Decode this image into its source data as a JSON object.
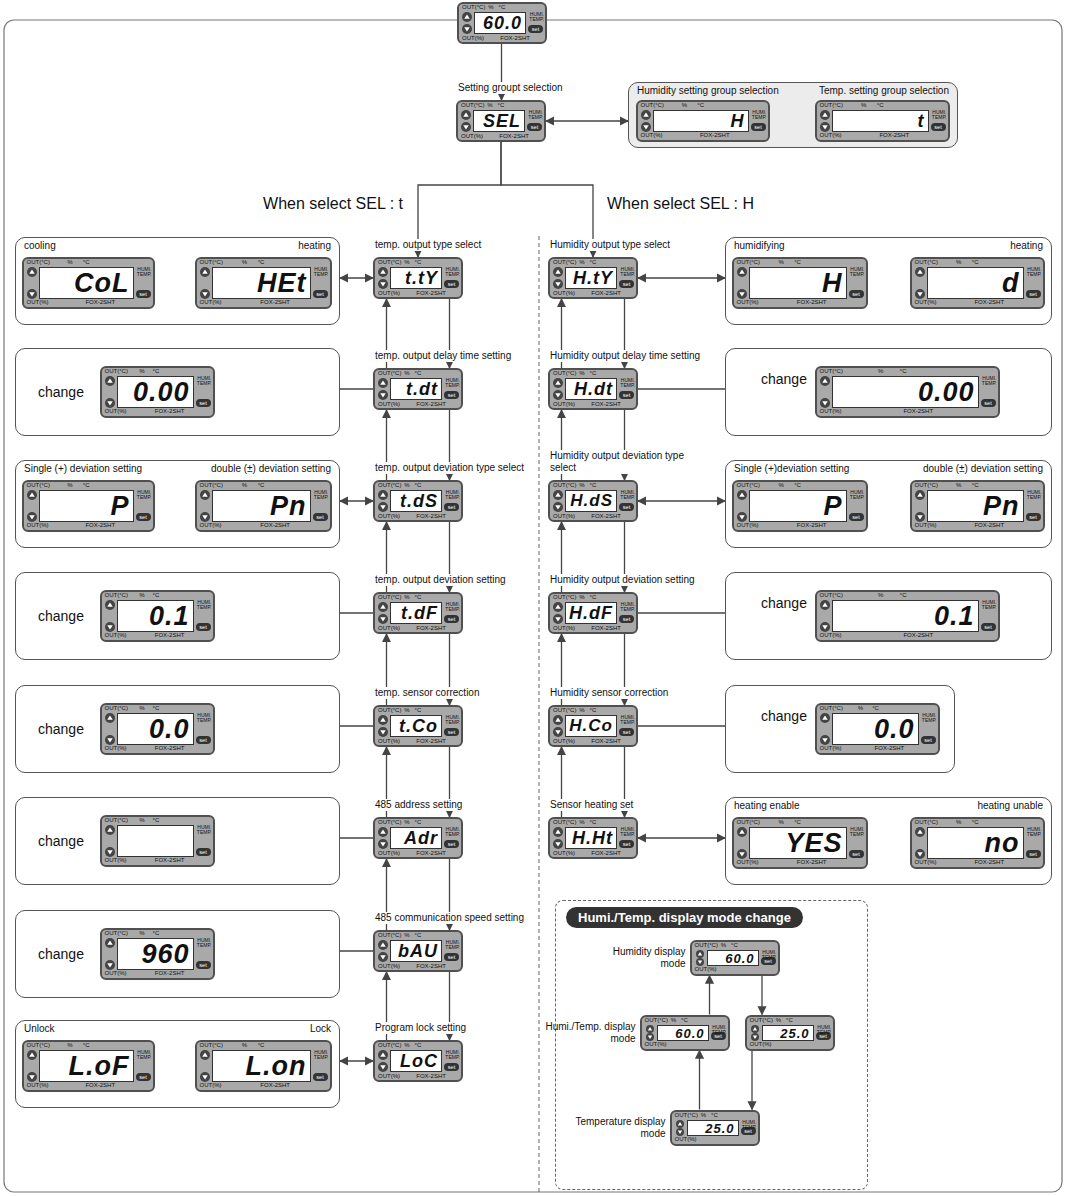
{
  "diagram": {
    "nodes": [
      {
        "text": [
          "OUT(°C)",
          "%",
          "°C",
          "60.0",
          "HUMI.",
          "TEMP.",
          "OUT(%)",
          "FOX-2SHT",
          "set"
        ]
      },
      {
        "text": [
          "OUT(°C)",
          "%",
          "°C",
          "SEL",
          "HUMI.",
          "TEMP.",
          "OUT(%)",
          "FOX-2SHT",
          "set",
          "Setting groupt selection"
        ]
      },
      {
        "text": [
          "Humidity setting group selection",
          "Temp. setting group selection"
        ]
      },
      {
        "text": [
          "OUT(°C)",
          "%",
          "°C",
          "H",
          "HUMI.",
          "TEMP.",
          "OUT(%)",
          "FOX-2SHT",
          "set"
        ],
        "in": 2
      },
      {
        "text": [
          "OUT(°C)",
          "%",
          "°C",
          "t",
          "HUMI.",
          "TEMP.",
          "OUT(%)",
          "FOX-2SHT",
          "set"
        ],
        "in": 2
      },
      {
        "text": [
          "cooling",
          "heating"
        ]
      },
      {
        "text": [
          "OUT(°C)",
          "%",
          "°C",
          "CoL",
          "HUMI.",
          "TEMP.",
          "OUT(%)",
          "FOX-2SHT",
          "set"
        ],
        "in": 5
      },
      {
        "text": [
          "OUT(°C)",
          "%",
          "°C",
          "HEt",
          "HUMI.",
          "TEMP.",
          "OUT(%)",
          "FOX-2SHT",
          "set"
        ],
        "in": 5
      },
      {
        "text": [
          "OUT(°C)",
          "%",
          "°C",
          "t.tY",
          "HUMI.",
          "TEMP.",
          "OUT(%)",
          "FOX-2SHT",
          "set",
          "temp. output type select"
        ]
      },
      {
        "text": [
          "OUT(°C)",
          "%",
          "°C",
          "H.tY",
          "HUMI.",
          "TEMP.",
          "OUT(%)",
          "FOX-2SHT",
          "set",
          "Humidity output type select"
        ]
      },
      {
        "text": [
          "humidifying",
          "heating"
        ]
      },
      {
        "text": [
          "OUT(°C)",
          "%",
          "°C",
          "H",
          "HUMI.",
          "TEMP.",
          "OUT(%)",
          "FOX-2SHT",
          "set"
        ],
        "in": 10
      },
      {
        "text": [
          "OUT(°C)",
          "%",
          "°C",
          "d",
          "HUMI.",
          "TEMP.",
          "OUT(%)",
          "FOX-2SHT",
          "set"
        ],
        "in": 10
      },
      {
        "text": [
          "change"
        ]
      },
      {
        "text": [
          "OUT(°C)",
          "%",
          "°C",
          "0.00",
          "HUMI.",
          "TEMP.",
          "OUT(%)",
          "FOX-2SHT",
          "set"
        ],
        "in": 13
      },
      {
        "text": [
          "OUT(°C)",
          "%",
          "°C",
          "t.dt",
          "HUMI.",
          "TEMP.",
          "OUT(%)",
          "FOX-2SHT",
          "set",
          "temp. output delay time setting"
        ]
      },
      {
        "text": [
          "OUT(°C)",
          "%",
          "°C",
          "H.dt",
          "HUMI.",
          "TEMP.",
          "OUT(%)",
          "FOX-2SHT",
          "set",
          "Humidity output delay time setting"
        ]
      },
      {
        "text": [
          "change"
        ]
      },
      {
        "text": [
          "OUT(°C)",
          "%",
          "°C",
          "0.00",
          "HUMI.",
          "TEMP.",
          "OUT(%)",
          "FOX-2SHT",
          "set"
        ],
        "in": 17
      },
      {
        "text": [
          "Single (+) deviation setting",
          "double (±) deviation setting"
        ]
      },
      {
        "text": [
          "OUT(°C)",
          "%",
          "°C",
          "P",
          "HUMI.",
          "TEMP.",
          "OUT(%)",
          "FOX-2SHT",
          "set"
        ],
        "in": 19
      },
      {
        "text": [
          "OUT(°C)",
          "%",
          "°C",
          "Pn",
          "HUMI.",
          "TEMP.",
          "OUT(%)",
          "FOX-2SHT",
          "set"
        ],
        "in": 19
      },
      {
        "text": [
          "OUT(°C)",
          "%",
          "°C",
          "t.dS",
          "HUMI.",
          "TEMP.",
          "OUT(%)",
          "FOX-2SHT",
          "set",
          "temp. output deviation type select"
        ]
      },
      {
        "text": [
          "OUT(°C)",
          "%",
          "°C",
          "H.dS",
          "HUMI.",
          "TEMP.",
          "OUT(%)",
          "FOX-2SHT",
          "set",
          "Humidity output deviation type select"
        ]
      },
      {
        "text": [
          "Single (+)deviation setting",
          "double (±) deviation setting"
        ]
      },
      {
        "text": [
          "OUT(°C)",
          "%",
          "°C",
          "P",
          "HUMI.",
          "TEMP.",
          "OUT(%)",
          "FOX-2SHT",
          "set"
        ],
        "in": 24
      },
      {
        "text": [
          "OUT(°C)",
          "%",
          "°C",
          "Pn",
          "HUMI.",
          "TEMP.",
          "OUT(%)",
          "FOX-2SHT",
          "set"
        ],
        "in": 24
      },
      {
        "text": [
          "change"
        ]
      },
      {
        "text": [
          "OUT(°C)",
          "%",
          "°C",
          "0.1",
          "HUMI.",
          "TEMP.",
          "OUT(%)",
          "FOX-2SHT",
          "set"
        ],
        "in": 27
      },
      {
        "text": [
          "OUT(°C)",
          "%",
          "°C",
          "t.dF",
          "HUMI.",
          "TEMP.",
          "OUT(%)",
          "FOX-2SHT",
          "set",
          "temp. output deviation setting"
        ]
      },
      {
        "text": [
          "OUT(°C)",
          "%",
          "°C",
          "H.dF",
          "HUMI.",
          "TEMP.",
          "OUT(%)",
          "FOX-2SHT",
          "set",
          "Humidity output deviation setting"
        ]
      },
      {
        "text": [
          "change"
        ]
      },
      {
        "text": [
          "OUT(°C)",
          "%",
          "°C",
          "0.1",
          "HUMI.",
          "TEMP.",
          "OUT(%)",
          "FOX-2SHT",
          "set"
        ],
        "in": 31
      },
      {
        "text": [
          "change"
        ]
      },
      {
        "text": [
          "OUT(°C)",
          "%",
          "°C",
          "0.0",
          "HUMI.",
          "TEMP.",
          "OUT(%)",
          "FOX-2SHT",
          "set"
        ],
        "in": 33
      },
      {
        "text": [
          "OUT(°C)",
          "%",
          "°C",
          "t.Co",
          "HUMI.",
          "TEMP.",
          "OUT(%)",
          "FOX-2SHT",
          "set",
          "temp. sensor correction"
        ]
      },
      {
        "text": [
          "OUT(°C)",
          "%",
          "°C",
          "H.Co",
          "HUMI.",
          "TEMP.",
          "OUT(%)",
          "FOX-2SHT",
          "set",
          "Humidity sensor correction"
        ]
      },
      {
        "text": [
          "change"
        ]
      },
      {
        "text": [
          "OUT(°C)",
          "%",
          "°C",
          "0.0",
          "HUMI.",
          "TEMP.",
          "OUT(%)",
          "FOX-2SHT",
          "set"
        ],
        "in": 37
      },
      {
        "text": [
          "change"
        ]
      },
      {
        "text": [
          "OUT(°C)",
          "%",
          "°C",
          "HUMI.",
          "TEMP.",
          "OUT(%)",
          "FOX-2SHT",
          "set"
        ],
        "in": 39
      },
      {
        "text": [
          "OUT(°C)",
          "%",
          "°C",
          "Adr",
          "HUMI.",
          "TEMP.",
          "OUT(%)",
          "FOX-2SHT",
          "set",
          "485 address setting"
        ]
      },
      {
        "text": [
          "OUT(°C)",
          "%",
          "°C",
          "H.Ht",
          "HUMI.",
          "TEMP.",
          "OUT(%)",
          "FOX-2SHT",
          "set",
          "Sensor heating set"
        ]
      },
      {
        "text": [
          "heating enable",
          "heating unable"
        ]
      },
      {
        "text": [
          "OUT(°C)",
          "%",
          "°C",
          "YES",
          "HUMI.",
          "TEMP.",
          "OUT(%)",
          "FOX-2SHT",
          "set"
        ],
        "in": 43
      },
      {
        "text": [
          "OUT(°C)",
          "%",
          "°C",
          "no",
          "HUMI.",
          "TEMP.",
          "OUT(%)",
          "FOX-2SHT",
          "set"
        ],
        "in": 43
      },
      {
        "text": [
          "change"
        ]
      },
      {
        "text": [
          "OUT(°C)",
          "%",
          "°C",
          "960",
          "HUMI.",
          "TEMP.",
          "OUT(%)",
          "FOX-2SHT",
          "set"
        ],
        "in": 46
      },
      {
        "text": [
          "OUT(°C)",
          "%",
          "°C",
          "bAU",
          "HUMI.",
          "TEMP.",
          "OUT(%)",
          "FOX-2SHT",
          "set",
          "485 communication speed setting"
        ]
      },
      {
        "text": [
          "Humi./Temp. display mode change"
        ]
      },
      {
        "text": [
          "OUT(°C)",
          "%",
          "°C",
          "60.0",
          "HUMI.",
          "TEMP.",
          "OUT(%)",
          "set",
          "Humidity display mode"
        ],
        "in": 49
      },
      {
        "text": [
          "OUT(°C)",
          "%",
          "°C",
          "60.0",
          "HUMI.",
          "TEMP.",
          "OUT(%)",
          "set",
          "Humi./Temp. display mode"
        ],
        "in": 49
      },
      {
        "text": [
          "OUT(°C)",
          "%",
          "°C",
          "25.0",
          "HUMI.",
          "TEMP.",
          "OUT(%)",
          "set"
        ],
        "in": 49
      },
      {
        "text": [
          "OUT(°C)",
          "%",
          "°C",
          "25.0",
          "HUMI.",
          "TEMP.",
          "OUT(%)",
          "set",
          "Temperature display mode"
        ],
        "in": 49
      },
      {
        "text": [
          "Unlock",
          "Lock"
        ]
      },
      {
        "text": [
          "OUT(°C)",
          "%",
          "°C",
          "L.oF",
          "HUMI.",
          "TEMP.",
          "OUT(%)",
          "FOX-2SHT",
          "set"
        ],
        "in": 54
      },
      {
        "text": [
          "OUT(°C)",
          "%",
          "°C",
          "L.on",
          "HUMI.",
          "TEMP.",
          "OUT(%)",
          "FOX-2SHT",
          "set"
        ],
        "in": 54
      },
      {
        "text": [
          "OUT(°C)",
          "%",
          "°C",
          "LoC",
          "HUMI.",
          "TEMP.",
          "OUT(%)",
          "FOX-2SHT",
          "set",
          "Program lock setting"
        ]
      }
    ],
    "edges": [
      {
        "from": 0,
        "to": 1,
        "arrow": "to"
      },
      {
        "from": 1,
        "to": 2,
        "arrow": "both"
      },
      {
        "from": 3,
        "to": 4,
        "arrow": "to"
      },
      {
        "from": 4,
        "to": 3,
        "arrow": "to"
      },
      {
        "from": 1,
        "to": 8,
        "arrow": "to"
      },
      {
        "from": 1,
        "to": 9,
        "arrow": "to"
      },
      {
        "from": 8,
        "to": 15,
        "arrow": "to"
      },
      {
        "from": 15,
        "to": 8,
        "arrow": "to"
      },
      {
        "from": 15,
        "to": 22,
        "arrow": "to"
      },
      {
        "from": 22,
        "to": 15,
        "arrow": "to"
      },
      {
        "from": 22,
        "to": 29,
        "arrow": "to"
      },
      {
        "from": 29,
        "to": 22,
        "arrow": "to"
      },
      {
        "from": 29,
        "to": 35,
        "arrow": "to"
      },
      {
        "from": 35,
        "to": 29,
        "arrow": "to"
      },
      {
        "from": 35,
        "to": 41,
        "arrow": "to"
      },
      {
        "from": 41,
        "to": 35,
        "arrow": "to"
      },
      {
        "from": 41,
        "to": 48,
        "arrow": "to"
      },
      {
        "from": 48,
        "to": 41,
        "arrow": "to"
      },
      {
        "from": 48,
        "to": 57,
        "arrow": "to"
      },
      {
        "from": 57,
        "to": 48,
        "arrow": "to"
      },
      {
        "from": 9,
        "to": 16,
        "arrow": "to"
      },
      {
        "from": 16,
        "to": 9,
        "arrow": "to"
      },
      {
        "from": 16,
        "to": 23,
        "arrow": "to"
      },
      {
        "from": 23,
        "to": 16,
        "arrow": "to"
      },
      {
        "from": 23,
        "to": 30,
        "arrow": "to"
      },
      {
        "from": 30,
        "to": 23,
        "arrow": "to"
      },
      {
        "from": 30,
        "to": 36,
        "arrow": "to"
      },
      {
        "from": 36,
        "to": 30,
        "arrow": "to"
      },
      {
        "from": 36,
        "to": 42,
        "arrow": "to"
      },
      {
        "from": 42,
        "to": 36,
        "arrow": "to"
      },
      {
        "from": 8,
        "to": 5,
        "arrow": "both"
      },
      {
        "from": 15,
        "to": 14,
        "arrow": "to"
      },
      {
        "from": 22,
        "to": 19,
        "arrow": "both"
      },
      {
        "from": 29,
        "to": 28,
        "arrow": "to"
      },
      {
        "from": 35,
        "to": 34,
        "arrow": "to"
      },
      {
        "from": 41,
        "to": 40,
        "arrow": "to"
      },
      {
        "from": 48,
        "to": 47,
        "arrow": "to"
      },
      {
        "from": 57,
        "to": 54,
        "arrow": "both"
      },
      {
        "from": 9,
        "to": 10,
        "arrow": "both"
      },
      {
        "from": 16,
        "to": 18,
        "arrow": "to"
      },
      {
        "from": 23,
        "to": 24,
        "arrow": "both"
      },
      {
        "from": 30,
        "to": 32,
        "arrow": "to"
      },
      {
        "from": 36,
        "to": 38,
        "arrow": "to"
      },
      {
        "from": 42,
        "to": 43,
        "arrow": "both"
      },
      {
        "from": 6,
        "to": 7,
        "arrow": "to"
      },
      {
        "from": 7,
        "to": 6,
        "arrow": "to"
      },
      {
        "from": 20,
        "to": 21,
        "arrow": "to"
      },
      {
        "from": 21,
        "to": 20,
        "arrow": "to"
      },
      {
        "from": 55,
        "to": 56,
        "arrow": "to"
      },
      {
        "from": 56,
        "to": 55,
        "arrow": "to"
      },
      {
        "from": 11,
        "to": 12,
        "arrow": "to"
      },
      {
        "from": 12,
        "to": 11,
        "arrow": "to"
      },
      {
        "from": 25,
        "to": 26,
        "arrow": "to"
      },
      {
        "from": 26,
        "to": 25,
        "arrow": "to"
      },
      {
        "from": 44,
        "to": 45,
        "arrow": "to"
      },
      {
        "from": 45,
        "to": 44,
        "arrow": "to"
      },
      {
        "from": 51,
        "to": 50,
        "arrow": "to"
      },
      {
        "from": 50,
        "to": 52,
        "arrow": "to"
      },
      {
        "from": 53,
        "to": 51,
        "arrow": "to"
      },
      {
        "from": 52,
        "to": 53,
        "arrow": "to"
      }
    ],
    "labels": [
      "When select SEL : t",
      "When select SEL : H"
    ]
  }
}
